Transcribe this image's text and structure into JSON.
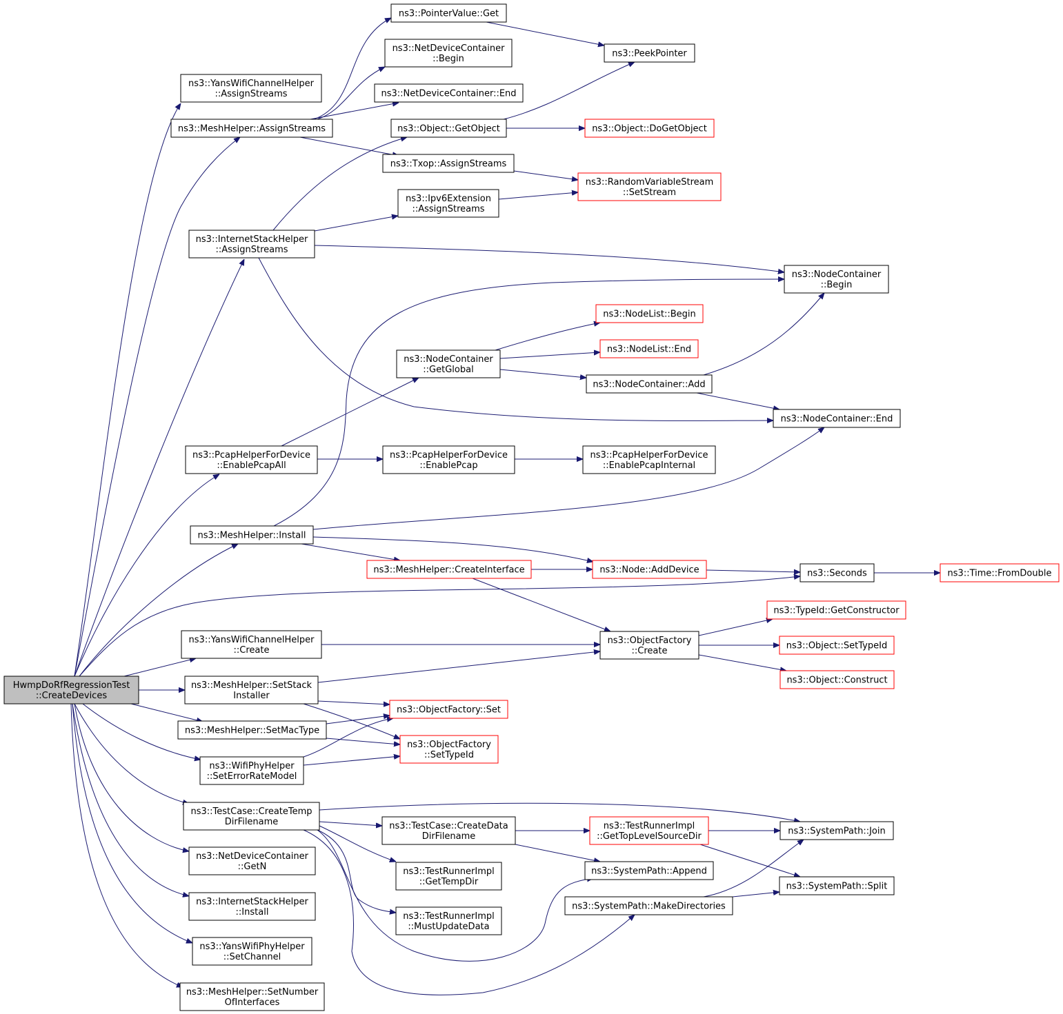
{
  "colors": {
    "edge": "#191970",
    "root_fill": "#bfbfbf",
    "red_border": "#ff0000",
    "black_border": "#000000"
  },
  "nodes": [
    {
      "id": "root",
      "kind": "root",
      "lines": [
        "HwmpDoRfRegressionTest",
        "::CreateDevices"
      ]
    },
    {
      "id": "yans_assign",
      "kind": "black",
      "lines": [
        "ns3::YansWifiChannelHelper",
        "::AssignStreams"
      ]
    },
    {
      "id": "mesh_assign",
      "kind": "black",
      "lines": [
        "ns3::MeshHelper::AssignStreams"
      ]
    },
    {
      "id": "inet_assign",
      "kind": "black",
      "lines": [
        "ns3::InternetStackHelper",
        "::AssignStreams"
      ]
    },
    {
      "id": "pcap_all",
      "kind": "black",
      "lines": [
        "ns3::PcapHelperForDevice",
        "::EnablePcapAll"
      ]
    },
    {
      "id": "mesh_install",
      "kind": "black",
      "lines": [
        "ns3::MeshHelper::Install"
      ]
    },
    {
      "id": "yans_create",
      "kind": "black",
      "lines": [
        "ns3::YansWifiChannelHelper",
        "::Create"
      ]
    },
    {
      "id": "mesh_setstack",
      "kind": "black",
      "lines": [
        "ns3::MeshHelper::SetStack",
        "Installer"
      ]
    },
    {
      "id": "mesh_setmac",
      "kind": "black",
      "lines": [
        "ns3::MeshHelper::SetMacType"
      ]
    },
    {
      "id": "wifi_seterr",
      "kind": "black",
      "lines": [
        "ns3::WifiPhyHelper",
        "::SetErrorRateModel"
      ]
    },
    {
      "id": "tc_tempdir",
      "kind": "black",
      "lines": [
        "ns3::TestCase::CreateTemp",
        "DirFilename"
      ]
    },
    {
      "id": "ndc_getn",
      "kind": "black",
      "lines": [
        "ns3::NetDeviceContainer",
        "::GetN"
      ]
    },
    {
      "id": "inet_install",
      "kind": "black",
      "lines": [
        "ns3::InternetStackHelper",
        "::Install"
      ]
    },
    {
      "id": "yans_setchannel",
      "kind": "black",
      "lines": [
        "ns3::YansWifiPhyHelper",
        "::SetChannel"
      ]
    },
    {
      "id": "mesh_setnum",
      "kind": "black",
      "lines": [
        "ns3::MeshHelper::SetNumber",
        "OfInterfaces"
      ]
    },
    {
      "id": "ptr_get",
      "kind": "black",
      "lines": [
        "ns3::PointerValue::Get"
      ]
    },
    {
      "id": "ndc_begin",
      "kind": "black",
      "lines": [
        "ns3::NetDeviceContainer",
        "::Begin"
      ]
    },
    {
      "id": "ndc_end",
      "kind": "black",
      "lines": [
        "ns3::NetDeviceContainer::End"
      ]
    },
    {
      "id": "obj_getobject",
      "kind": "black",
      "lines": [
        "ns3::Object::GetObject"
      ]
    },
    {
      "id": "txop_assign",
      "kind": "black",
      "lines": [
        "ns3::Txop::AssignStreams"
      ]
    },
    {
      "id": "ipv6ext_assign",
      "kind": "black",
      "lines": [
        "ns3::Ipv6Extension",
        "::AssignStreams"
      ]
    },
    {
      "id": "nc_getglobal",
      "kind": "black",
      "lines": [
        "ns3::NodeContainer",
        "::GetGlobal"
      ]
    },
    {
      "id": "pcap_enable",
      "kind": "black",
      "lines": [
        "ns3::PcapHelperForDevice",
        "::EnablePcap"
      ]
    },
    {
      "id": "mesh_createif",
      "kind": "red",
      "lines": [
        "ns3::MeshHelper::CreateInterface"
      ]
    },
    {
      "id": "of_set",
      "kind": "red",
      "lines": [
        "ns3::ObjectFactory::Set"
      ]
    },
    {
      "id": "of_settypeid",
      "kind": "red",
      "lines": [
        "ns3::ObjectFactory",
        "::SetTypeId"
      ]
    },
    {
      "id": "tc_datadir",
      "kind": "black",
      "lines": [
        "ns3::TestCase::CreateData",
        "DirFilename"
      ]
    },
    {
      "id": "tri_gettemp",
      "kind": "black",
      "lines": [
        "ns3::TestRunnerImpl",
        "::GetTempDir"
      ]
    },
    {
      "id": "tri_mustupdate",
      "kind": "black",
      "lines": [
        "ns3::TestRunnerImpl",
        "::MustUpdateData"
      ]
    },
    {
      "id": "peekpointer",
      "kind": "black",
      "lines": [
        "ns3::PeekPointer"
      ]
    },
    {
      "id": "obj_dogetobject",
      "kind": "red",
      "lines": [
        "ns3::Object::DoGetObject"
      ]
    },
    {
      "id": "rvs_setstream",
      "kind": "red",
      "lines": [
        "ns3::RandomVariableStream",
        "::SetStream"
      ]
    },
    {
      "id": "nl_begin",
      "kind": "red",
      "lines": [
        "ns3::NodeList::Begin"
      ]
    },
    {
      "id": "nl_end",
      "kind": "red",
      "lines": [
        "ns3::NodeList::End"
      ]
    },
    {
      "id": "nc_add",
      "kind": "black",
      "lines": [
        "ns3::NodeContainer::Add"
      ]
    },
    {
      "id": "pcap_internal",
      "kind": "black",
      "lines": [
        "ns3::PcapHelperForDevice",
        "::EnablePcapInternal"
      ]
    },
    {
      "id": "node_adddevice",
      "kind": "red",
      "lines": [
        "ns3::Node::AddDevice"
      ]
    },
    {
      "id": "of_create",
      "kind": "black",
      "lines": [
        "ns3::ObjectFactory",
        "::Create"
      ]
    },
    {
      "id": "tri_gettoplevel",
      "kind": "red",
      "lines": [
        "ns3::TestRunnerImpl",
        "::GetTopLevelSourceDir"
      ]
    },
    {
      "id": "sp_append",
      "kind": "black",
      "lines": [
        "ns3::SystemPath::Append"
      ]
    },
    {
      "id": "sp_makedirs",
      "kind": "black",
      "lines": [
        "ns3::SystemPath::MakeDirectories"
      ]
    },
    {
      "id": "nc_begin",
      "kind": "black",
      "lines": [
        "ns3::NodeContainer",
        "::Begin"
      ]
    },
    {
      "id": "nc_end",
      "kind": "black",
      "lines": [
        "ns3::NodeContainer::End"
      ]
    },
    {
      "id": "seconds",
      "kind": "black",
      "lines": [
        "ns3::Seconds"
      ]
    },
    {
      "id": "typeid_getctor",
      "kind": "red",
      "lines": [
        "ns3::TypeId::GetConstructor"
      ]
    },
    {
      "id": "obj_settypeid",
      "kind": "red",
      "lines": [
        "ns3::Object::SetTypeId"
      ]
    },
    {
      "id": "obj_construct",
      "kind": "red",
      "lines": [
        "ns3::Object::Construct"
      ]
    },
    {
      "id": "sp_join",
      "kind": "black",
      "lines": [
        "ns3::SystemPath::Join"
      ]
    },
    {
      "id": "sp_split",
      "kind": "black",
      "lines": [
        "ns3::SystemPath::Split"
      ]
    },
    {
      "id": "time_fromdouble",
      "kind": "red",
      "lines": [
        "ns3::Time::FromDouble"
      ]
    }
  ],
  "edges": [
    [
      "root",
      "yans_assign"
    ],
    [
      "root",
      "mesh_assign"
    ],
    [
      "root",
      "inet_assign"
    ],
    [
      "root",
      "pcap_all"
    ],
    [
      "root",
      "mesh_install"
    ],
    [
      "root",
      "seconds"
    ],
    [
      "root",
      "yans_create"
    ],
    [
      "root",
      "mesh_setstack"
    ],
    [
      "root",
      "mesh_setmac"
    ],
    [
      "root",
      "wifi_seterr"
    ],
    [
      "root",
      "tc_tempdir"
    ],
    [
      "root",
      "ndc_getn"
    ],
    [
      "root",
      "inet_install"
    ],
    [
      "root",
      "yans_setchannel"
    ],
    [
      "root",
      "mesh_setnum"
    ],
    [
      "mesh_assign",
      "ptr_get"
    ],
    [
      "mesh_assign",
      "ndc_begin"
    ],
    [
      "mesh_assign",
      "ndc_end"
    ],
    [
      "mesh_assign",
      "txop_assign"
    ],
    [
      "ptr_get",
      "peekpointer"
    ],
    [
      "obj_getobject",
      "peekpointer"
    ],
    [
      "obj_getobject",
      "obj_dogetobject"
    ],
    [
      "txop_assign",
      "rvs_setstream"
    ],
    [
      "inet_assign",
      "obj_getobject"
    ],
    [
      "inet_assign",
      "ipv6ext_assign"
    ],
    [
      "inet_assign",
      "nc_begin"
    ],
    [
      "inet_assign",
      "nc_end"
    ],
    [
      "ipv6ext_assign",
      "rvs_setstream"
    ],
    [
      "pcap_all",
      "nc_getglobal"
    ],
    [
      "pcap_all",
      "pcap_enable"
    ],
    [
      "nc_getglobal",
      "nl_begin"
    ],
    [
      "nc_getglobal",
      "nl_end"
    ],
    [
      "nc_getglobal",
      "nc_add"
    ],
    [
      "nc_add",
      "nc_begin"
    ],
    [
      "nc_add",
      "nc_end"
    ],
    [
      "pcap_enable",
      "pcap_internal"
    ],
    [
      "mesh_install",
      "nc_begin"
    ],
    [
      "mesh_install",
      "nc_end"
    ],
    [
      "mesh_install",
      "node_adddevice"
    ],
    [
      "mesh_install",
      "mesh_createif"
    ],
    [
      "mesh_createif",
      "node_adddevice"
    ],
    [
      "mesh_createif",
      "of_create"
    ],
    [
      "node_adddevice",
      "seconds"
    ],
    [
      "seconds",
      "time_fromdouble"
    ],
    [
      "yans_create",
      "of_create"
    ],
    [
      "of_create",
      "typeid_getctor"
    ],
    [
      "of_create",
      "obj_settypeid"
    ],
    [
      "of_create",
      "obj_construct"
    ],
    [
      "mesh_setstack",
      "of_create"
    ],
    [
      "mesh_setstack",
      "of_set"
    ],
    [
      "mesh_setstack",
      "of_settypeid"
    ],
    [
      "mesh_setmac",
      "of_set"
    ],
    [
      "mesh_setmac",
      "of_settypeid"
    ],
    [
      "wifi_seterr",
      "of_set"
    ],
    [
      "wifi_seterr",
      "of_settypeid"
    ],
    [
      "tc_tempdir",
      "sp_join"
    ],
    [
      "tc_tempdir",
      "tc_datadir"
    ],
    [
      "tc_tempdir",
      "tri_gettemp"
    ],
    [
      "tc_tempdir",
      "tri_mustupdate"
    ],
    [
      "tc_tempdir",
      "sp_append"
    ],
    [
      "tc_tempdir",
      "sp_makedirs"
    ],
    [
      "tc_datadir",
      "tri_gettoplevel"
    ],
    [
      "tc_datadir",
      "sp_append"
    ],
    [
      "tri_gettoplevel",
      "sp_join"
    ],
    [
      "tri_gettoplevel",
      "sp_split"
    ],
    [
      "sp_makedirs",
      "sp_join"
    ],
    [
      "sp_makedirs",
      "sp_split"
    ]
  ]
}
